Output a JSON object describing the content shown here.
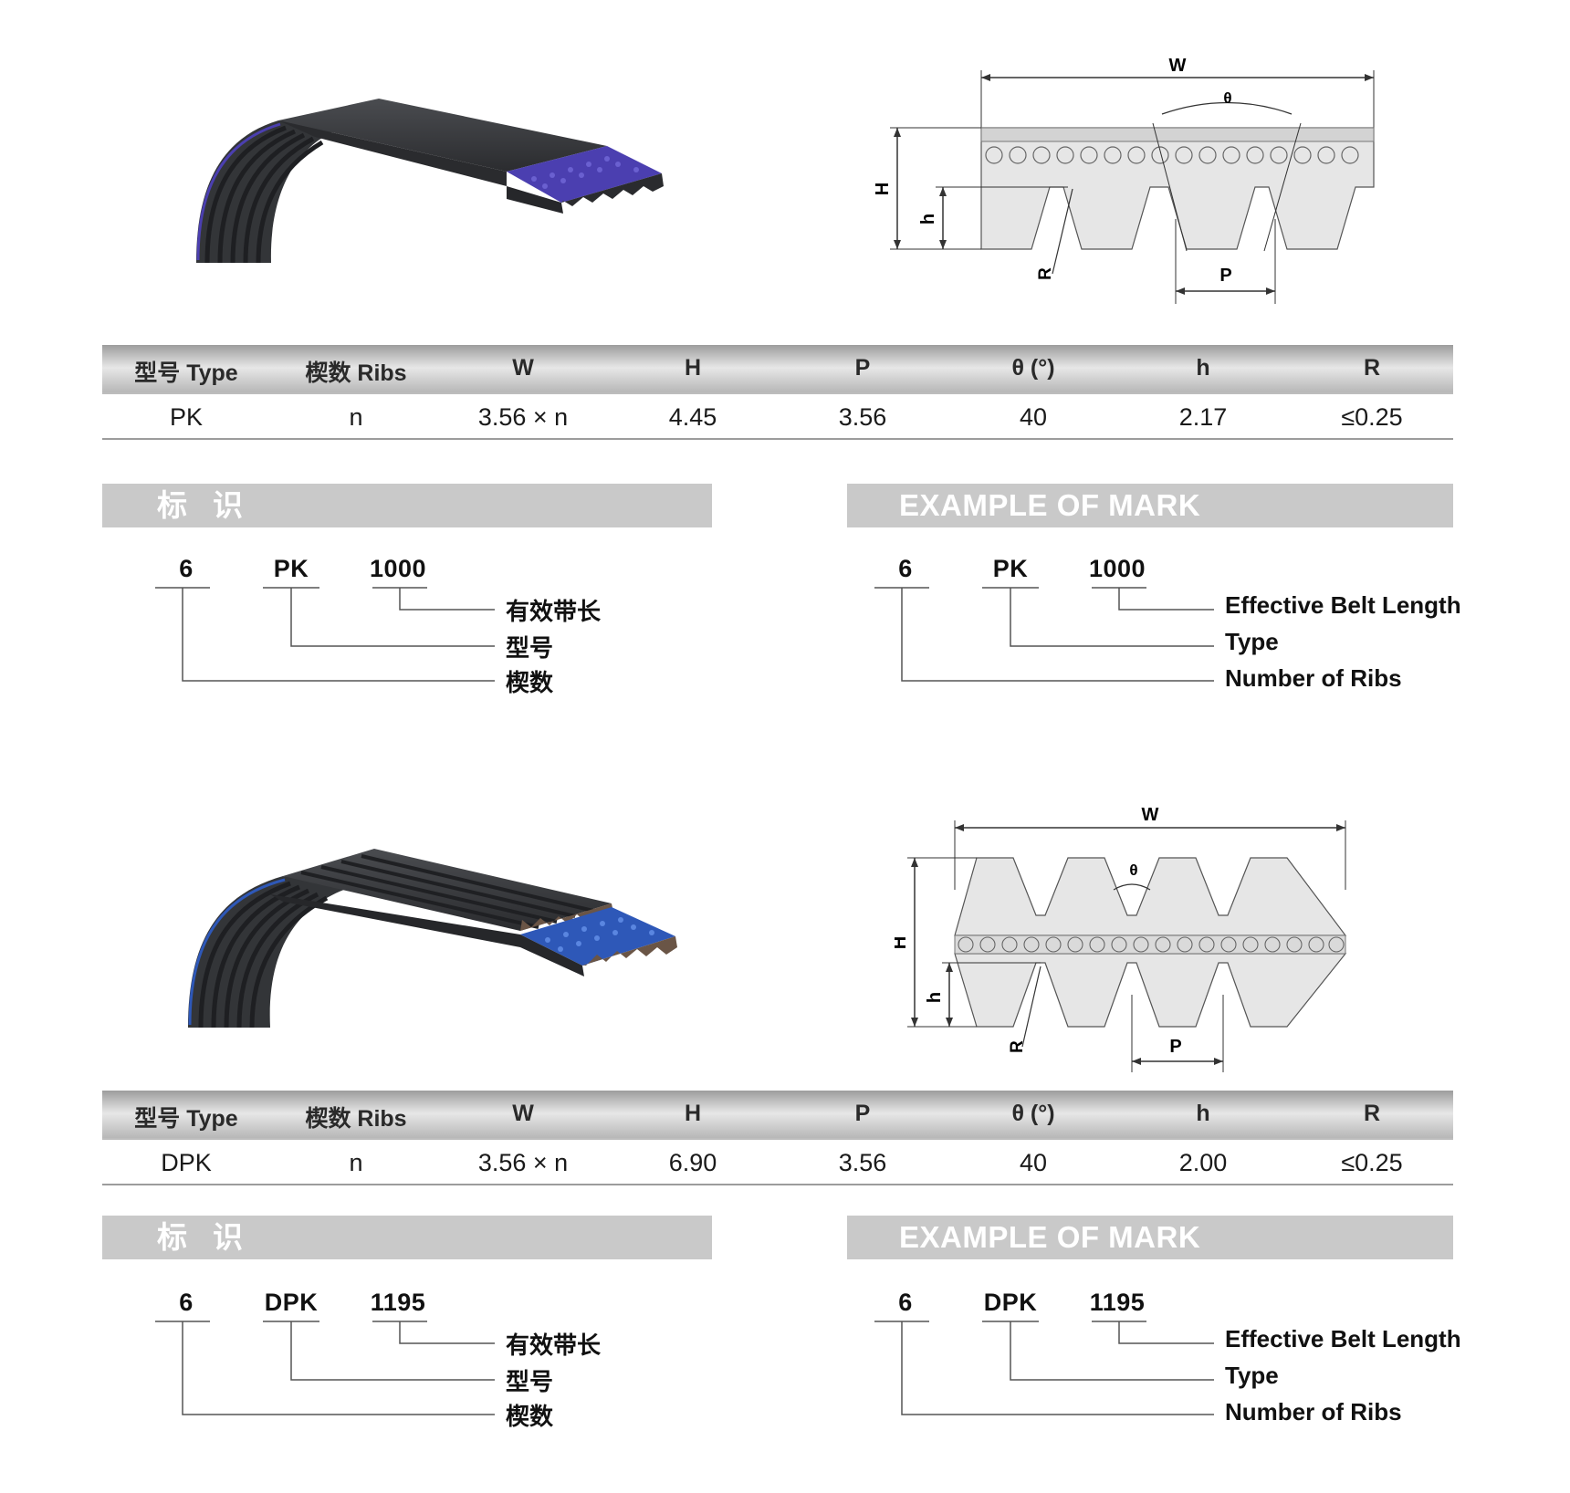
{
  "pk_section": {
    "profile_labels": {
      "W": "W",
      "H": "H",
      "h": "h",
      "P": "P",
      "theta": "θ",
      "R": "R"
    },
    "table": {
      "headers": [
        "型号 Type",
        "楔数 Ribs",
        "W",
        "H",
        "P",
        "θ (°)",
        "h",
        "R"
      ],
      "values": [
        "PK",
        "n",
        "3.56 × n",
        "4.45",
        "3.56",
        "40",
        "2.17",
        "≤0.25"
      ]
    },
    "mark_title_cn": "标识",
    "mark_title_en": "EXAMPLE OF MARK",
    "mark_cn": {
      "codes": [
        "6",
        "PK",
        "1000"
      ],
      "labels": [
        "有效带长",
        "型号",
        "楔数"
      ]
    },
    "mark_en": {
      "codes": [
        "6",
        "PK",
        "1000"
      ],
      "labels": [
        "Effective Belt Length",
        "Type",
        "Number of Ribs"
      ]
    }
  },
  "dpk_section": {
    "profile_labels": {
      "W": "W",
      "H": "H",
      "h": "h",
      "P": "P",
      "theta": "θ",
      "R": "R"
    },
    "table": {
      "headers": [
        "型号 Type",
        "楔数 Ribs",
        "W",
        "H",
        "P",
        "θ (°)",
        "h",
        "R"
      ],
      "values": [
        "DPK",
        "n",
        "3.56 × n",
        "6.90",
        "3.56",
        "40",
        "2.00",
        "≤0.25"
      ]
    },
    "mark_title_cn": "标识",
    "mark_title_en": "EXAMPLE OF MARK",
    "mark_cn": {
      "codes": [
        "6",
        "DPK",
        "1195"
      ],
      "labels": [
        "有效带长",
        "型号",
        "楔数"
      ]
    },
    "mark_en": {
      "codes": [
        "6",
        "DPK",
        "1195"
      ],
      "labels": [
        "Effective Belt Length",
        "Type",
        "Number of Ribs"
      ]
    }
  },
  "colors": {
    "belt": "#3a3c40",
    "belt_dark": "#1f2023",
    "cord_pk": "#4b3fb0",
    "cord_dpk": "#2e58b8",
    "header_bar": "#c9c9c9",
    "profile_fill": "#e6e6e6"
  }
}
